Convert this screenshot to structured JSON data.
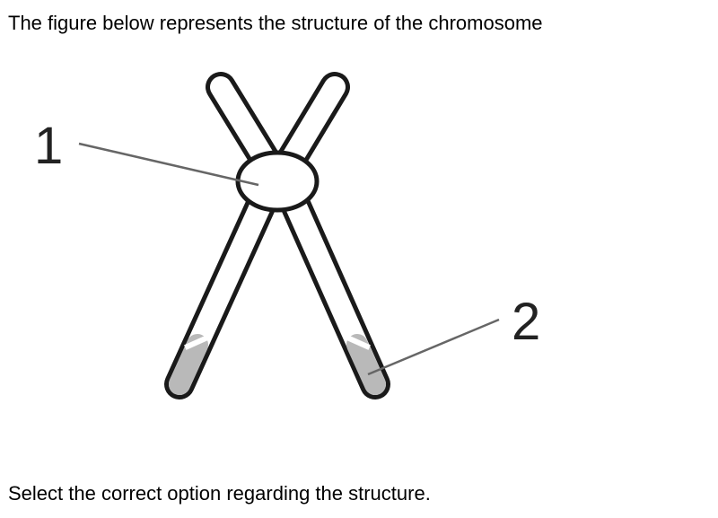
{
  "question": {
    "intro": "The figure below represents the structure of the chromosome",
    "prompt": "Select the correct option regarding the structure."
  },
  "figure": {
    "labels": [
      "1",
      "2"
    ],
    "colors": {
      "outline": "#1a1a1a",
      "fill": "#ffffff",
      "tip": "#b9b9b9",
      "pointer": "#666666"
    }
  }
}
